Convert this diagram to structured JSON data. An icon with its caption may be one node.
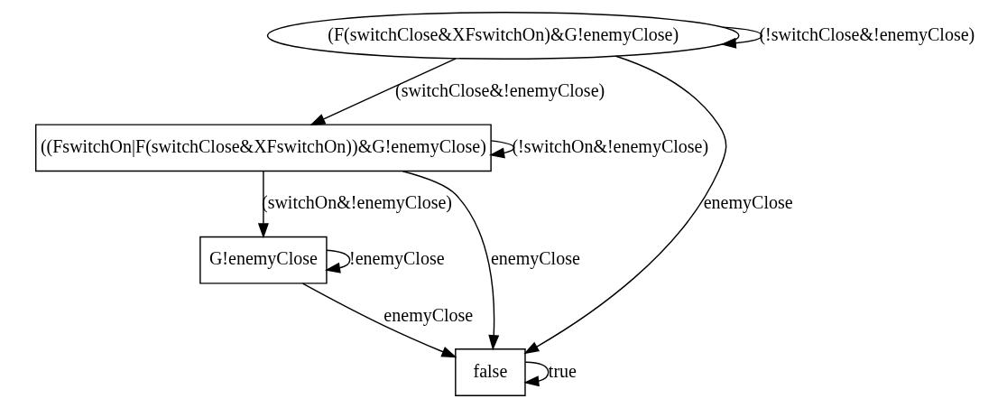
{
  "diagram": {
    "nodes": [
      {
        "text": [
          "(F(switchClose&XFswitchOn)&G!enemyClose)"
        ]
      },
      {
        "text": [
          "((FswitchOn|F(switchClose&XFswitchOn))&G!enemyClose)"
        ]
      },
      {
        "text": [
          "G!enemyClose"
        ]
      },
      {
        "text": [
          "false"
        ]
      }
    ],
    "edges": [
      {
        "from": 0,
        "to": 0,
        "arrow": "to",
        "label": "(!switchClose&!enemyClose)"
      },
      {
        "from": 0,
        "to": 1,
        "arrow": "to",
        "label": "(switchClose&!enemyClose)"
      },
      {
        "from": 0,
        "to": 3,
        "arrow": "to",
        "label": "enemyClose"
      },
      {
        "from": 1,
        "to": 1,
        "arrow": "to",
        "label": "(!switchOn&!enemyClose)"
      },
      {
        "from": 1,
        "to": 2,
        "arrow": "to",
        "label": "(switchOn&!enemyClose)"
      },
      {
        "from": 1,
        "to": 3,
        "arrow": "to",
        "label": "enemyClose"
      },
      {
        "from": 2,
        "to": 2,
        "arrow": "to",
        "label": "!enemyClose"
      },
      {
        "from": 2,
        "to": 3,
        "arrow": "to",
        "label": "enemyClose"
      },
      {
        "from": 3,
        "to": 3,
        "arrow": "to",
        "label": "true"
      }
    ]
  }
}
